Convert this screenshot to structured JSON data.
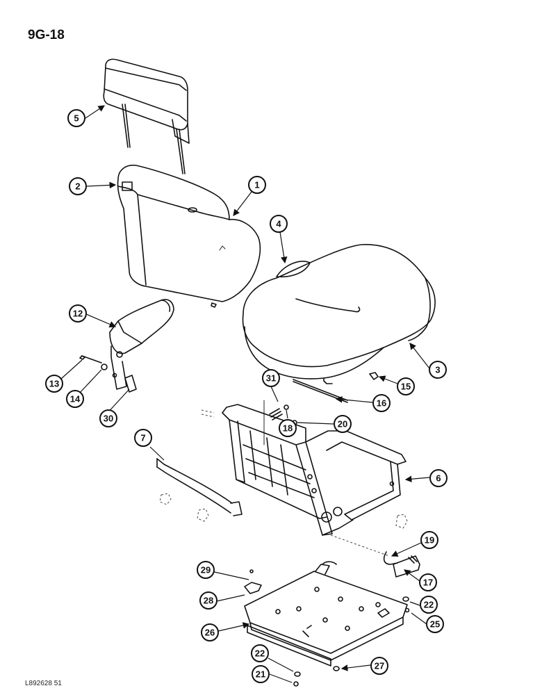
{
  "page_code": "9G-18",
  "reference_code": "L892628 51",
  "callouts": [
    "1",
    "2",
    "3",
    "4",
    "5",
    "6",
    "7",
    "12",
    "13",
    "14",
    "15",
    "16",
    "17",
    "18",
    "19",
    "20",
    "21",
    "22",
    "22",
    "25",
    "26",
    "27",
    "28",
    "29",
    "30",
    "31"
  ]
}
